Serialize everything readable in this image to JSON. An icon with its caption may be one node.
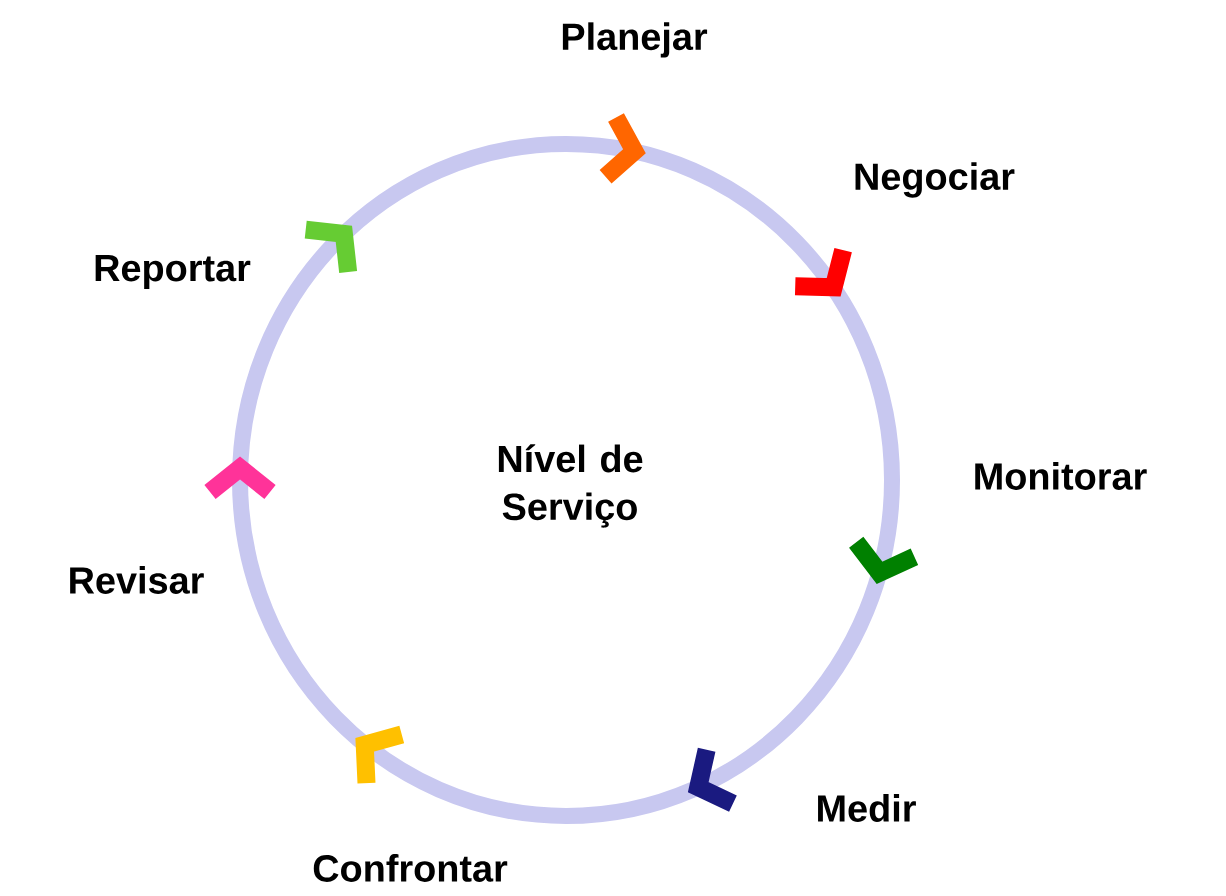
{
  "diagram": {
    "nodes": [
      {
        "text": [
          "Planejar"
        ]
      },
      {
        "text": [
          "Negociar"
        ]
      },
      {
        "text": [
          "Monitorar"
        ]
      },
      {
        "text": [
          "Medir"
        ]
      },
      {
        "text": [
          "Confrontar"
        ]
      },
      {
        "text": [
          "Revisar"
        ]
      },
      {
        "text": [
          "Reportar"
        ]
      },
      {
        "text": [
          "Nível de Serviço"
        ]
      }
    ]
  }
}
